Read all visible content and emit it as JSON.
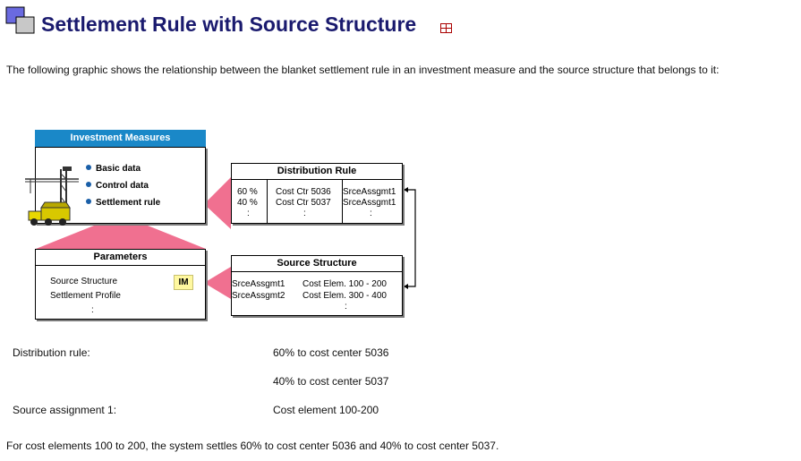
{
  "header": {
    "title": "Settlement Rule with Source Structure"
  },
  "intro_text": "The following graphic shows the relationship between the blanket settlement rule in an investment measure and the source structure that belongs to it:",
  "diagram": {
    "investment_measures": {
      "title": "Investment Measures",
      "items": [
        "Basic data",
        "Control data",
        "Settlement rule"
      ]
    },
    "parameters": {
      "title": "Parameters",
      "lines": [
        "Source Structure",
        "Settlement Profile",
        ":"
      ],
      "badge": "IM"
    },
    "distribution_rule": {
      "title": "Distribution Rule",
      "col1": [
        "60 %",
        "40 %",
        ":"
      ],
      "col2": [
        "Cost Ctr 5036",
        "Cost Ctr 5037",
        ":"
      ],
      "col3": [
        "SrceAssgmt1",
        "SrceAssgmt1",
        ":"
      ]
    },
    "source_structure": {
      "title": "Source Structure",
      "col1": [
        "SrceAssgmt1",
        "SrceAssgmt2"
      ],
      "col2": [
        "Cost Elem. 100 - 200",
        "Cost Elem. 300 - 400",
        ":"
      ]
    },
    "colors": {
      "header_blue": "#1a88c8",
      "pointer_pink": "#f07090",
      "title_navy": "#1a1a6e"
    }
  },
  "details": [
    {
      "label": "Distribution rule:",
      "value": "60% to cost center 5036"
    },
    {
      "label": "",
      "value": "40% to cost center 5037"
    },
    {
      "label": "Source assignment 1:",
      "value": "Cost element 100-200"
    }
  ],
  "footer_text": "For cost elements 100 to 200, the system settles 60% to cost center 5036 and 40% to cost center 5037."
}
